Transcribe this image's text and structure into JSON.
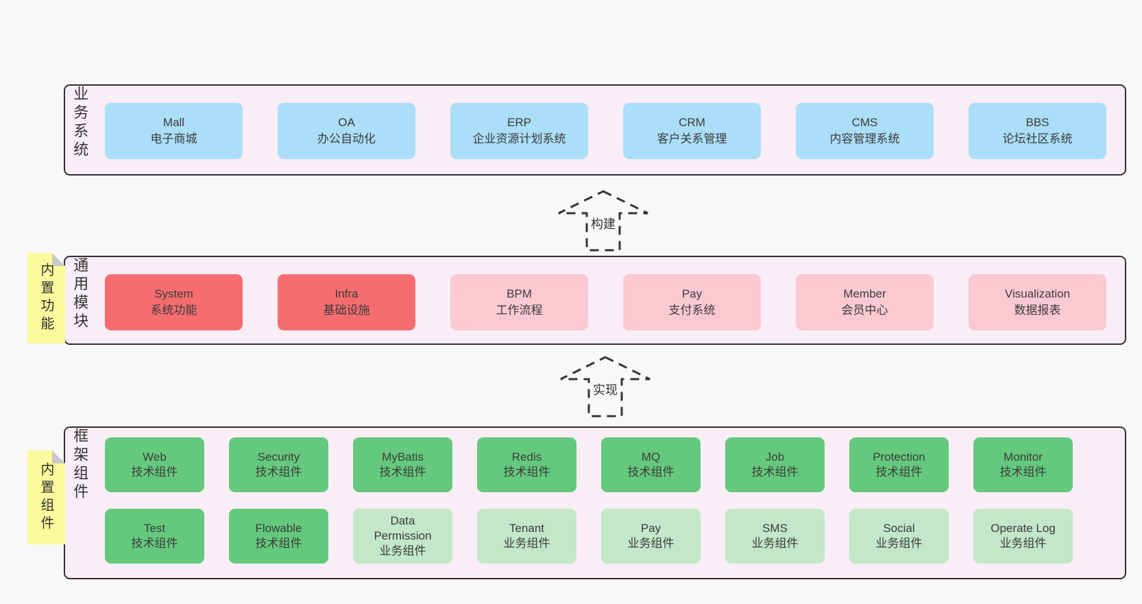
{
  "colors": {
    "page_bg": "#f8f8f8",
    "panel_bg": "#f9edf6",
    "panel_border": "#2f2f2f",
    "blue_box": "#abdef8",
    "red_box": "#f66d70",
    "pink_box": "#fbc9d2",
    "green_box": "#65c97d",
    "light_green_box": "#c3e7c9",
    "sticky_note": "#fbfa9d",
    "note_fold": "#c9c9c9",
    "text": "#3b3b3b"
  },
  "arrows": [
    {
      "label": "构建"
    },
    {
      "label": "实现"
    }
  ],
  "layers": [
    {
      "label": "业务系统",
      "rows": [
        [
          {
            "en": "Mall",
            "zh": "电子商城"
          },
          {
            "en": "OA",
            "zh": "办公自动化"
          },
          {
            "en": "ERP",
            "zh": "企业资源计划系统"
          },
          {
            "en": "CRM",
            "zh": "客户关系管理"
          },
          {
            "en": "CMS",
            "zh": "内容管理系统"
          },
          {
            "en": "BBS",
            "zh": "论坛社区系统"
          }
        ]
      ]
    },
    {
      "label": "通用模块",
      "tag": "内置功能",
      "rows": [
        [
          {
            "en": "System",
            "zh": "系统功能"
          },
          {
            "en": "Infra",
            "zh": "基础设施"
          },
          {
            "en": "BPM",
            "zh": "工作流程"
          },
          {
            "en": "Pay",
            "zh": "支付系统"
          },
          {
            "en": "Member",
            "zh": "会员中心"
          },
          {
            "en": "Visualization",
            "zh": "数据报表"
          }
        ]
      ]
    },
    {
      "label": "框架组件",
      "tag": "内置组件",
      "rows": [
        [
          {
            "en": "Web",
            "zh": "技术组件"
          },
          {
            "en": "Security",
            "zh": "技术组件"
          },
          {
            "en": "MyBatis",
            "zh": "技术组件"
          },
          {
            "en": "Redis",
            "zh": "技术组件"
          },
          {
            "en": "MQ",
            "zh": "技术组件"
          },
          {
            "en": "Job",
            "zh": "技术组件"
          },
          {
            "en": "Protection",
            "zh": "技术组件"
          },
          {
            "en": "Monitor",
            "zh": "技术组件"
          }
        ],
        [
          {
            "en": "Test",
            "zh": "技术组件"
          },
          {
            "en": "Flowable",
            "zh": "技术组件"
          },
          {
            "en": "Data Permission",
            "zh": "业务组件"
          },
          {
            "en": "Tenant",
            "zh": "业务组件"
          },
          {
            "en": "Pay",
            "zh": "业务组件"
          },
          {
            "en": "SMS",
            "zh": "业务组件"
          },
          {
            "en": "Social",
            "zh": "业务组件"
          },
          {
            "en": "Operate Log",
            "zh": "业务组件"
          }
        ]
      ]
    }
  ]
}
